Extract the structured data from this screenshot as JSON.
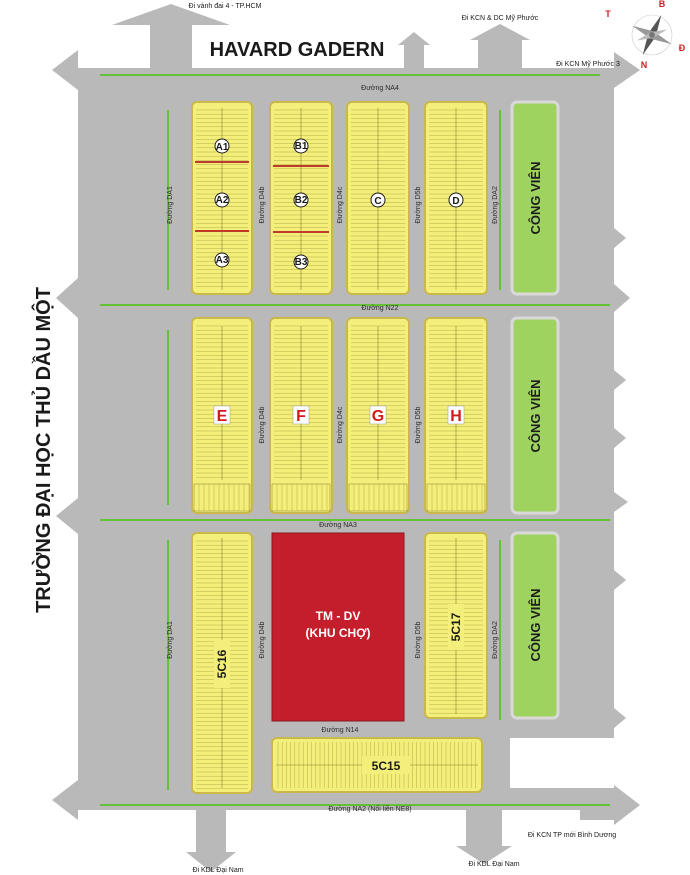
{
  "colors": {
    "road": "#b9b9b9",
    "road_edge": "#a0a0a0",
    "lot": "#f4ef7a",
    "lot_border": "#c9b84a",
    "lot_line": "#8a7f2e",
    "park": "#9ed35f",
    "market": "#c41e2c",
    "median": "#62c233",
    "divider": "#c0392b",
    "badge_red": "#d11a1a"
  },
  "labels": {
    "top_left_dir": "Đi vành đai 4 - TP.HCM",
    "top_right_dir": "Đi KCN & DC Mỹ Phước",
    "right_top_dir": "Đi KCN Mỹ Phước 3",
    "right_bottom_dir": "Đi KCN TP mới Bình Dương",
    "bottom_left_dir": "Đi KDL Đại Nam",
    "bottom_right_dir": "Đi KDL Đại Nam",
    "havard": "HAVARD GADERN",
    "university": "TRƯỜNG ĐẠI HỌC THỦ DẦU MỘT"
  },
  "roads": {
    "na4": "Đường NA4",
    "n22": "Đường N22",
    "na3": "Đường NA3",
    "n14": "Đường N14",
    "na2": "Đường NA2 (Nối liền NE8)",
    "da1": "Đường DA1",
    "d4b": "Đường D4b",
    "d4c": "Đường D4c",
    "d5b": "Đường D5b",
    "da2": "Đường DA2"
  },
  "blocks": {
    "a1": "A1",
    "a2": "A2",
    "a3": "A3",
    "b1": "B1",
    "b2": "B2",
    "b3": "B3",
    "c": "C",
    "d": "D",
    "e": "E",
    "f": "F",
    "g": "G",
    "h": "H"
  },
  "zones": {
    "z5c16": "5C16",
    "z5c17": "5C17",
    "z5c15": "5C15",
    "market_line1": "TM - DV",
    "market_line2": "(KHU CHỢ)"
  },
  "parks": {
    "p1": "CÔNG VIÊN",
    "p2": "CÔNG VIÊN",
    "p3": "CÔNG VIÊN"
  },
  "compass": {
    "t": "T",
    "b": "B",
    "d": "Đ",
    "n": "N"
  }
}
